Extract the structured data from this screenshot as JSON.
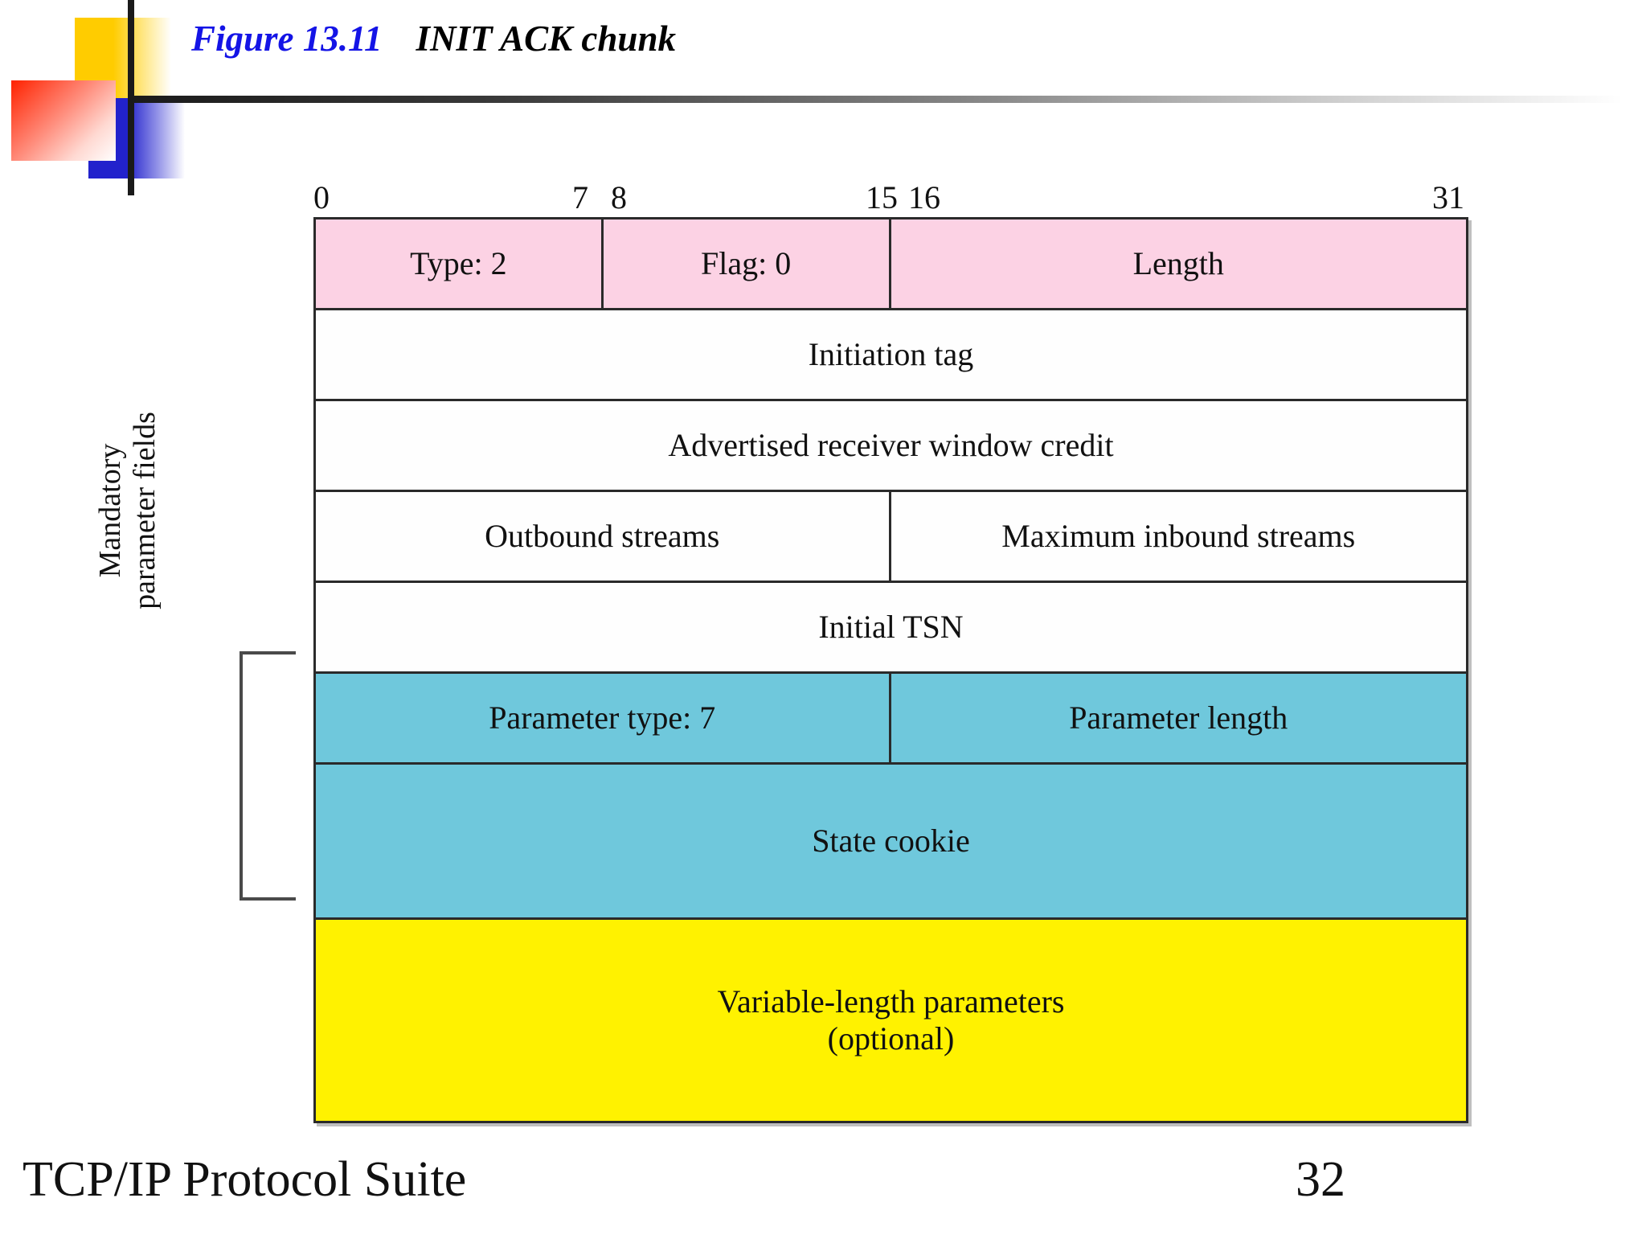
{
  "slide": {
    "title_prefix": "Figure 13.11",
    "title_name": "INIT ACK chunk",
    "title_color": "#1414E6"
  },
  "ruler": {
    "ticks": [
      "0",
      "7",
      "8",
      "15",
      "16",
      "31"
    ]
  },
  "colors": {
    "pink": "#FCD2E4",
    "white": "#FEFEFE",
    "teal": "#6FC8DC",
    "yellow": "#FFF200",
    "border": "#2a2a2a"
  },
  "bracket_label": {
    "line1": "Mandatory",
    "line2": "parameter fields"
  },
  "packet": {
    "rows": [
      {
        "cells": [
          {
            "label": "Type: 2",
            "width": "25"
          },
          {
            "label": "Flag: 0",
            "width": "25"
          },
          {
            "label": "Length",
            "width": "50"
          }
        ]
      },
      {
        "cells": [
          {
            "label": "Initiation tag",
            "width": "100"
          }
        ]
      },
      {
        "cells": [
          {
            "label": "Advertised receiver window credit",
            "width": "100"
          }
        ]
      },
      {
        "cells": [
          {
            "label": "Outbound streams",
            "width": "50"
          },
          {
            "label": "Maximum inbound streams",
            "width": "50"
          }
        ]
      },
      {
        "cells": [
          {
            "label": "Initial TSN",
            "width": "100"
          }
        ]
      },
      {
        "cells": [
          {
            "label": "Parameter type: 7",
            "width": "50"
          },
          {
            "label": "Parameter length",
            "width": "50"
          }
        ]
      },
      {
        "cells": [
          {
            "label": "State cookie",
            "width": "100"
          }
        ]
      },
      {
        "cells": [
          {
            "label": "Variable-length parameters",
            "label2": "(optional)",
            "width": "100"
          }
        ]
      }
    ]
  },
  "footer": {
    "book": "TCP/IP Protocol Suite",
    "page": "32"
  }
}
